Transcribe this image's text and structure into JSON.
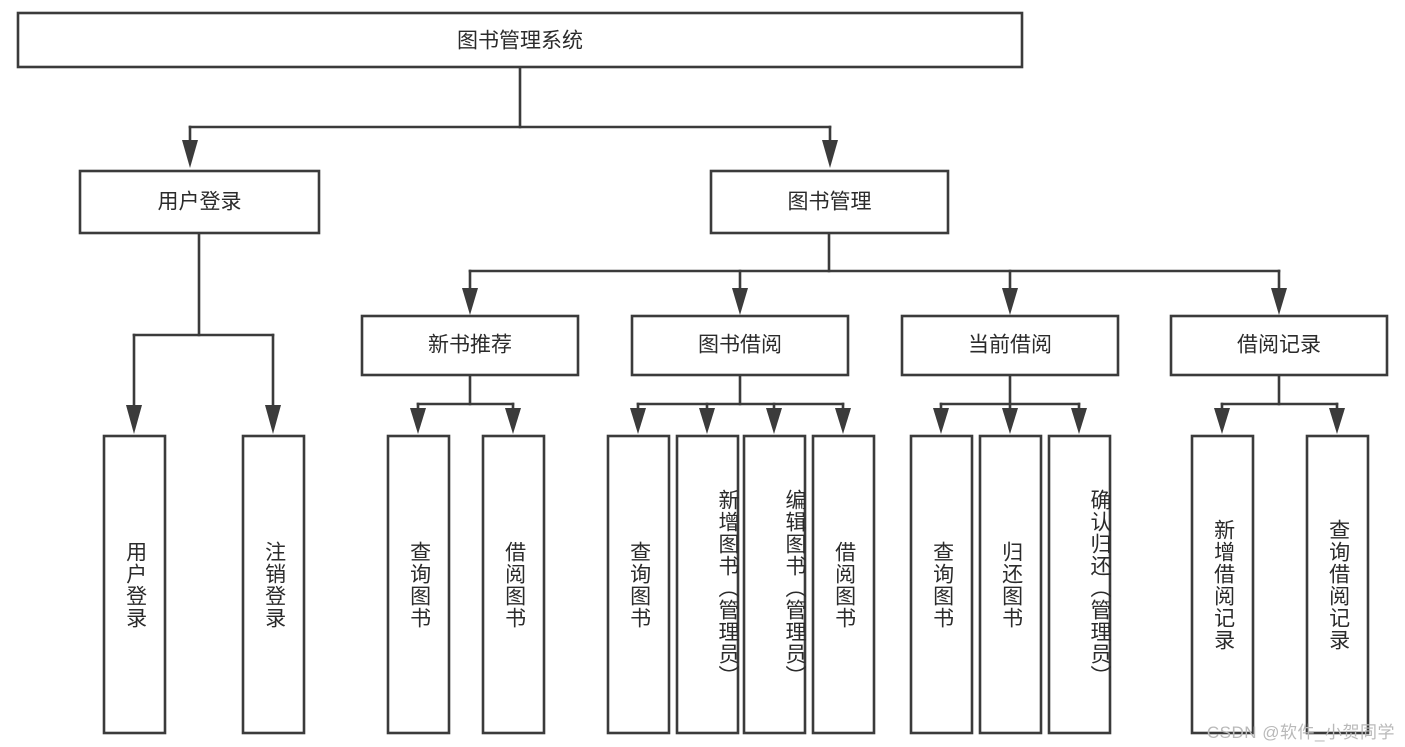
{
  "diagram": {
    "title": "图书管理系统",
    "type": "hierarchy-tree",
    "root": {
      "label": "图书管理系统",
      "level": 0
    },
    "level1": [
      {
        "label": "用户登录"
      },
      {
        "label": "图书管理"
      }
    ],
    "level2": [
      {
        "label": "新书推荐",
        "parent": "图书管理"
      },
      {
        "label": "图书借阅",
        "parent": "图书管理"
      },
      {
        "label": "当前借阅",
        "parent": "图书管理"
      },
      {
        "label": "借阅记录",
        "parent": "图书管理"
      }
    ],
    "leaves": {
      "user_login": [
        {
          "label": "用户登录"
        },
        {
          "label": "注销登录"
        }
      ],
      "new_book_recommend": [
        {
          "label": "查询图书"
        },
        {
          "label": "借阅图书"
        }
      ],
      "book_borrow": [
        {
          "label": "查询图书"
        },
        {
          "label": "新增图书（管理员）"
        },
        {
          "label": "编辑图书（管理员）"
        },
        {
          "label": "借阅图书"
        }
      ],
      "current_borrow": [
        {
          "label": "查询图书"
        },
        {
          "label": "归还图书"
        },
        {
          "label": "确认归还（管理员）"
        }
      ],
      "borrow_record": [
        {
          "label": "新增借阅记录"
        },
        {
          "label": "查询借阅记录"
        }
      ]
    }
  },
  "watermark": {
    "text": "CSDN @软件_小贺同学"
  },
  "colors": {
    "stroke": "#3b3b3b",
    "fill": "#ffffff",
    "text": "#2b2b2b",
    "watermark": "#b9b9b9"
  }
}
